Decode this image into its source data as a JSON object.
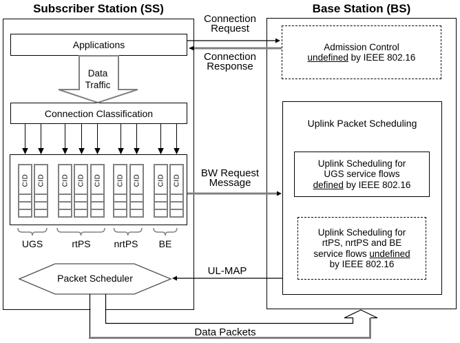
{
  "titles": {
    "ss": "Subscriber Station (SS)",
    "bs": "Base Station (BS)"
  },
  "ss": {
    "applications": "Applications",
    "data_traffic": "Data Traffic",
    "connection_classification": "Connection Classification",
    "cid": "CID",
    "queue_groups": [
      {
        "label": "UGS",
        "queues": 2
      },
      {
        "label": "rtPS",
        "queues": 3
      },
      {
        "label": "nrtPS",
        "queues": 2
      },
      {
        "label": "BE",
        "queues": 2
      }
    ],
    "packet_scheduler": "Packet Scheduler"
  },
  "bs": {
    "admission": {
      "line1": "Admission Control",
      "underlined": "undefined",
      "rest": " by IEEE 802.16"
    },
    "uplink_packet_scheduling": "Uplink Packet Scheduling",
    "ugs_box": {
      "line1": "Uplink Scheduling for",
      "line2": "UGS service flows",
      "underlined": "defined",
      "rest": " by IEEE 802.16"
    },
    "rtps_box": {
      "line1": "Uplink Scheduling for",
      "line2": "rtPS, nrtPS and BE",
      "line3_pre": "service flows ",
      "line3_underlined": "undefined",
      "line4": "by IEEE 802.16"
    }
  },
  "links": {
    "connection_request": "Connection Request",
    "connection_response": "Connection Response",
    "bw_request": "BW Request Message",
    "ul_map": "UL-MAP",
    "data_packets": "Data Packets"
  },
  "colors": {
    "line": "#000000",
    "gray": "#808080",
    "background": "#ffffff"
  }
}
